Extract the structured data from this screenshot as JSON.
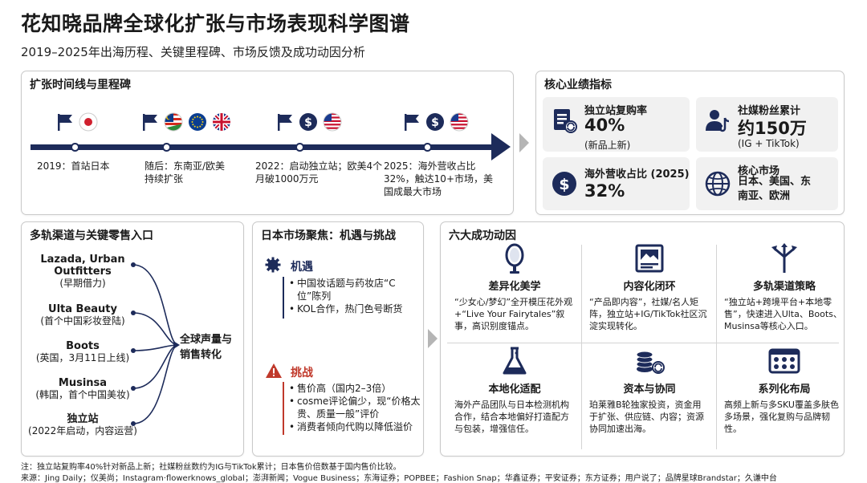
{
  "title": "花知晓品牌全球化扩张与市场表现科学图谱",
  "subtitle": "2019–2025年出海历程、关键里程碑、市场反馈及成功动因分析",
  "timeline": {
    "header": "扩张时间线与里程碑",
    "events": [
      {
        "text": "2019：首站日本",
        "icons": [
          "flag-icon",
          "japan-flag-icon"
        ]
      },
      {
        "text": "随后：东南亚/欧美持续扩张",
        "icons": [
          "flag-icon",
          "malaysia-flag-icon",
          "eu-flag-icon",
          "uk-flag-icon"
        ]
      },
      {
        "text": "2022：启动独立站；欧美4个月破1000万元",
        "icons": [
          "flag-icon",
          "dollar-icon",
          "us-flag-icon"
        ]
      },
      {
        "text": "2025：海外营收占比32%，触达10+市场，美国成最大市场",
        "icons": [
          "flag-icon",
          "dollar-icon",
          "us-flag-icon"
        ]
      }
    ]
  },
  "kpis": {
    "header": "核心业绩指标",
    "items": [
      {
        "label": "独立站复购率",
        "value": "40%",
        "note": "(新品上新)",
        "icon": "repeat-order-icon"
      },
      {
        "label": "社媒粉丝累计",
        "value": "约150万",
        "note": "(IG + TikTok)",
        "icon": "user-tiktok-icon"
      },
      {
        "label": "海外营收占比 (2025)",
        "value": "32%",
        "note": "",
        "icon": "dollar-icon"
      },
      {
        "label": "核心市场",
        "value": "日本、美国、东南亚、欧洲",
        "note": "",
        "icon": "globe-icon"
      }
    ]
  },
  "channels": {
    "header": "多轨渠道与关键零售入口",
    "items": [
      {
        "name": "Lazada, Urban Outfitters",
        "note": "(早期借力)"
      },
      {
        "name": "Ulta Beauty",
        "note": "(首个中国彩妆登陆)"
      },
      {
        "name": "Boots",
        "note": "(英国，3月11日上线)"
      },
      {
        "name": "Musinsa",
        "note": "(韩国，首个中国美妆)"
      },
      {
        "name": "独立站",
        "note": "(2022年启动，内容运营)"
      }
    ],
    "target": "全球声量与销售转化"
  },
  "japan": {
    "header": "日本市场聚焦：机遇与挑战",
    "opportunity": {
      "label": "机遇",
      "items": [
        "中国妆话题与药妆店“C位”陈列",
        "KOL合作，热门色号断货"
      ]
    },
    "challenge": {
      "label": "挑战",
      "items": [
        "售价高（国内2–3倍）",
        "cosme评论偏少，现“价格太贵、质量一般”评价",
        "消费者倾向代购以降低溢价"
      ]
    }
  },
  "factors": {
    "header": "六大成功动因",
    "items": [
      {
        "title": "差异化美学",
        "desc": "“少女心/梦幻”全开模压花外观+“Live Your Fairytales”叙事，高识别度锚点。",
        "icon": "mirror-icon"
      },
      {
        "title": "内容化闭环",
        "desc": "“产品即内容”，社媒/名人矩阵，独立站+IG/TikTok社区沉淀实现转化。",
        "icon": "image-content-icon"
      },
      {
        "title": "多轨渠道策略",
        "desc": "“独立站+跨境平台+本地零售”，快速进入Ulta、Boots、Musinsa等核心入口。",
        "icon": "split-arrows-icon"
      },
      {
        "title": "本地化适配",
        "desc": "海外产品团队与日本检测机构合作，结合本地偏好打造配方与包装，增强信任。",
        "icon": "flask-icon"
      },
      {
        "title": "资本与协同",
        "desc": "珀莱雅B轮独家投资，资金用于扩张、供应链、内容；资源协同加速出海。",
        "icon": "coins-cycle-icon"
      },
      {
        "title": "系列化布局",
        "desc": "高频上新与多SKU覆盖多肤色多场景，强化复购与品牌韧性。",
        "icon": "palette-icon"
      }
    ]
  },
  "footnotes": {
    "note": "注：独立站复购率40%针对新品上新；社媒粉丝数约为IG与TikTok累计；日本售价倍数基于国内售价比较。",
    "sources": "来源：Jing Daily；仪美尚；Instagram·flowerknows_global；澎湃新闻；Vogue Business；东海证券；POPBEE；Fashion Snap；华鑫证券；平安证券；东方证券；用户说了；品牌星球Brandstar；久谦中台"
  },
  "colors": {
    "navy": "#1d2b5a",
    "accent_red": "#c0392b",
    "card_gray": "#f1f1f1"
  }
}
